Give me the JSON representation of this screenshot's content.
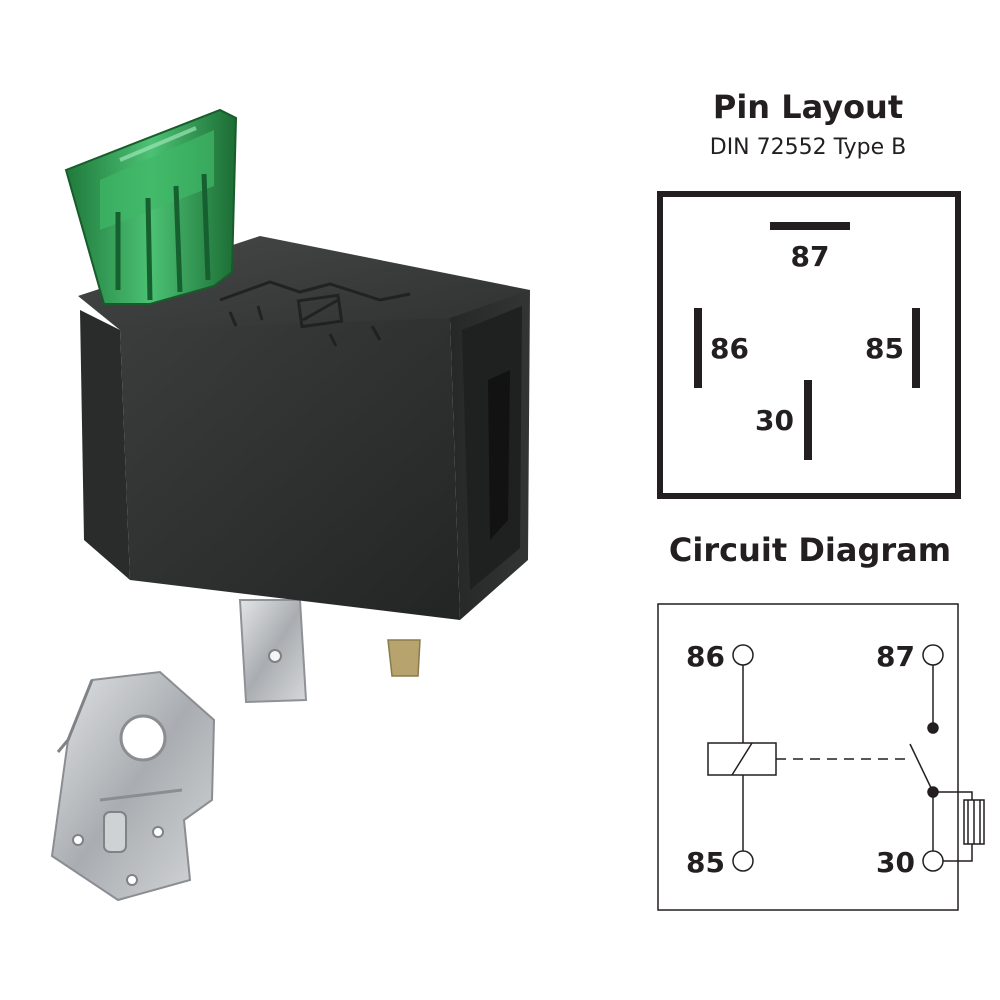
{
  "pin_layout": {
    "title": "Pin Layout",
    "subtitle": "DIN 72552 Type B",
    "pins": {
      "p87": "87",
      "p86": "86",
      "p85": "85",
      "p30": "30"
    }
  },
  "circuit_diagram": {
    "title": "Circuit Diagram",
    "terminals": {
      "t86": "86",
      "t87": "87",
      "t85": "85",
      "t30": "30"
    }
  },
  "colors": {
    "ink": "#231f20",
    "relay_body": "#2b2d2c",
    "fuse_green": "#2f9e4f",
    "metal": "#b9bcbf"
  },
  "icons": [
    "relay-photo",
    "fuse-icon",
    "blade-terminal-icon",
    "mounting-bracket-icon"
  ]
}
